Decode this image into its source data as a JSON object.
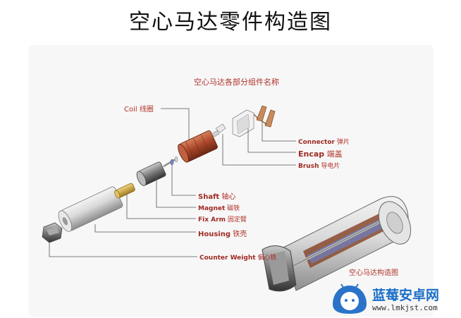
{
  "title": "空心马达零件构造图",
  "subtitle": "空心马达各部分组件名称",
  "labels": {
    "coil_en": "Coil",
    "coil_cn": "线圈",
    "connector_en": "Connector",
    "connector_cn": "弹片",
    "encap_en": "Encap",
    "encap_cn": "端盖",
    "brush_en": "Brush",
    "brush_cn": "导电片",
    "shaft_en": "Shaft",
    "shaft_cn": "轴心",
    "magnet_en": "Magnet",
    "magnet_cn": "磁铁",
    "fixarm_en": "Fix Arm",
    "fixarm_cn": "固定臂",
    "housing_en": "Housing",
    "housing_cn": "铁壳",
    "counter_en": "Counter Weight",
    "counter_cn": "偏心铁"
  },
  "cutaway_caption": "空心马达构造图",
  "watermark": {
    "title": "蓝莓安卓网",
    "url": "www.lmkjst.com"
  }
}
